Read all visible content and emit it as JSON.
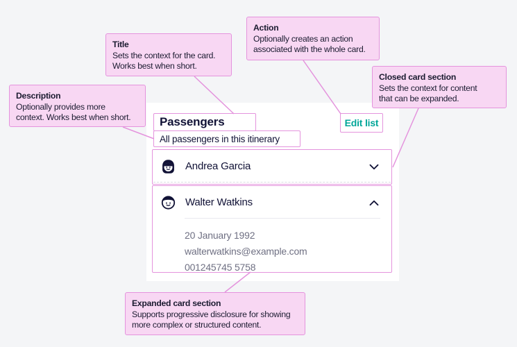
{
  "annotations": {
    "title": {
      "heading": "Title",
      "body": "Sets the context for the card.\nWorks best when short."
    },
    "action": {
      "heading": "Action",
      "body": "Optionally creates an action\nassociated with the whole card."
    },
    "description": {
      "heading": "Description",
      "body": "Optionally provides more\ncontext. Works best when short."
    },
    "closed": {
      "heading": "Closed card section",
      "body": "Sets the context for content\nthat can be expanded."
    },
    "expanded": {
      "heading": "Expanded card section",
      "body": "Supports progressive disclosure for showing\nmore complex or structured content."
    }
  },
  "card": {
    "title": "Passengers",
    "description": "All passengers in this itinerary",
    "action_label": "Edit list",
    "sections": [
      {
        "name": "Andrea Garcia",
        "avatar": "girl-avatar-icon",
        "state": "collapsed"
      },
      {
        "name": "Walter Watkins",
        "avatar": "boy-avatar-icon",
        "state": "expanded",
        "details": [
          "20 January 1992",
          "walterwatkins@example.com",
          "001245745 5758"
        ]
      }
    ]
  },
  "colors": {
    "background": "#f4f5f7",
    "annotation_fill": "#f8d7f3",
    "annotation_border": "#e493dd",
    "text_primary": "#111236",
    "text_secondary": "#6f7083",
    "action_teal": "#00a698"
  }
}
